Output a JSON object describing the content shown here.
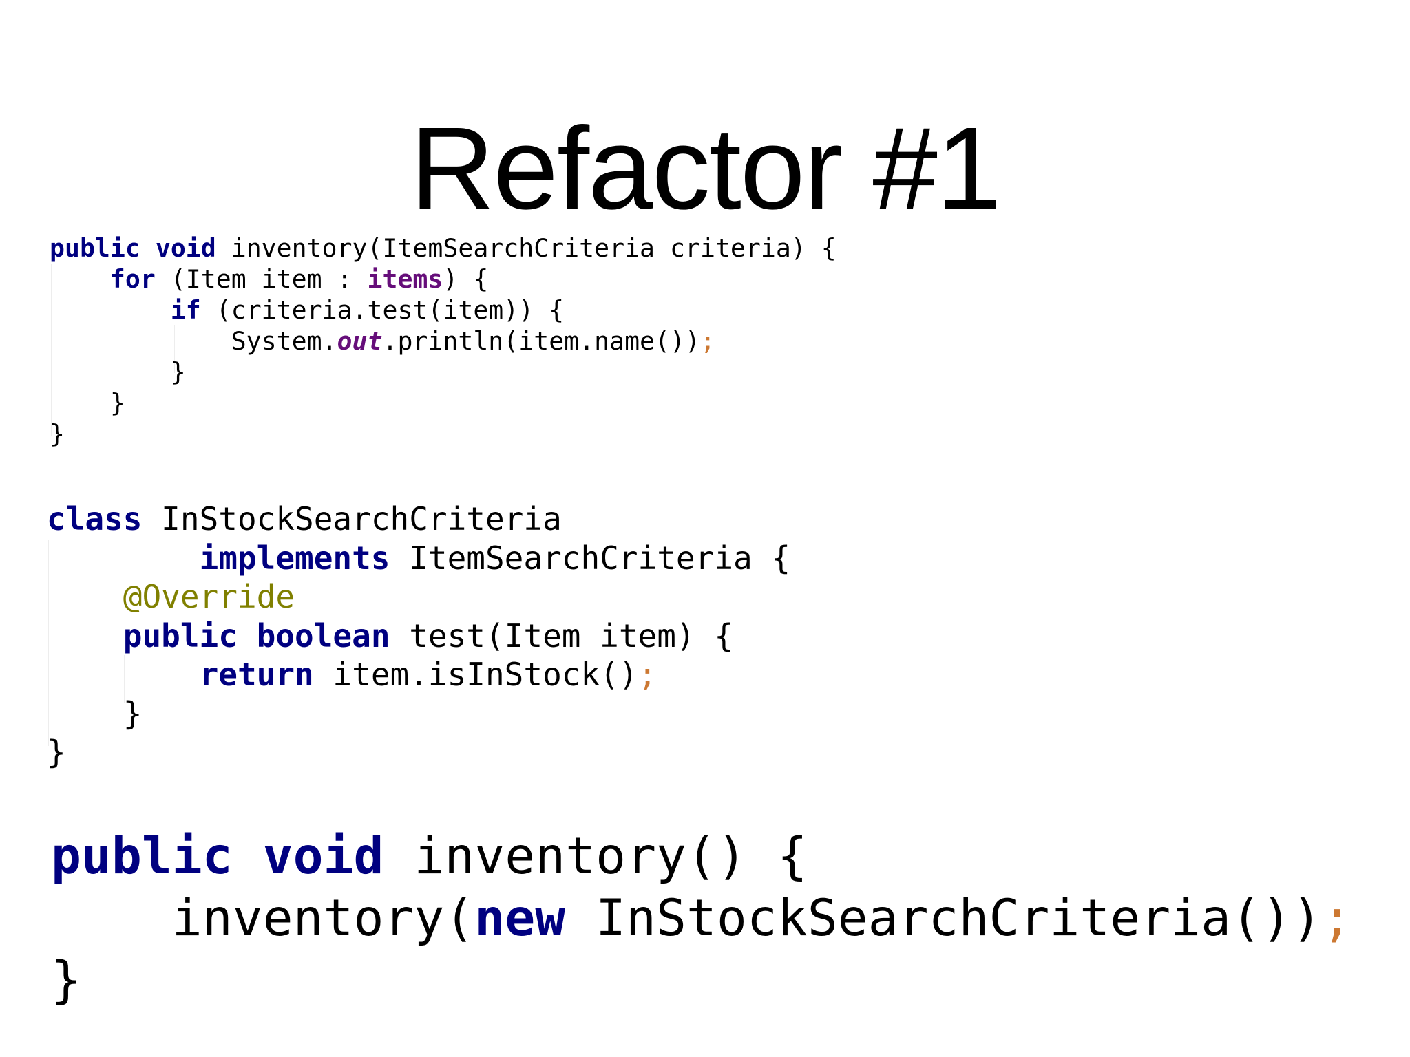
{
  "slide": {
    "title": "Refactor #1"
  },
  "code_blocks": [
    {
      "lines": [
        [
          {
            "t": "public",
            "c": "kw"
          },
          {
            "t": " "
          },
          {
            "t": "void",
            "c": "kw"
          },
          {
            "t": " inventory(ItemSearchCriteria criteria) {"
          }
        ],
        [
          {
            "t": "    "
          },
          {
            "t": "for",
            "c": "kw"
          },
          {
            "t": " (Item item : "
          },
          {
            "t": "items",
            "c": "field"
          },
          {
            "t": ") {"
          }
        ],
        [
          {
            "t": "        "
          },
          {
            "t": "if",
            "c": "kw"
          },
          {
            "t": " (criteria.test(item)) {"
          }
        ],
        [
          {
            "t": "            System."
          },
          {
            "t": "out",
            "c": "static"
          },
          {
            "t": ".println(item.name())"
          },
          {
            "t": ";",
            "c": "semi"
          }
        ],
        [
          {
            "t": "        }"
          }
        ],
        [
          {
            "t": "    }"
          }
        ],
        [
          {
            "t": "}"
          }
        ]
      ]
    },
    {
      "lines": [
        [
          {
            "t": "class",
            "c": "kw"
          },
          {
            "t": " InStockSearchCriteria"
          }
        ],
        [
          {
            "t": "        "
          },
          {
            "t": "implements",
            "c": "kw"
          },
          {
            "t": " ItemSearchCriteria {"
          }
        ],
        [
          {
            "t": "    "
          },
          {
            "t": "@Override",
            "c": "ann"
          }
        ],
        [
          {
            "t": "    "
          },
          {
            "t": "public",
            "c": "kw"
          },
          {
            "t": " "
          },
          {
            "t": "boolean",
            "c": "kw"
          },
          {
            "t": " test(Item item) {"
          }
        ],
        [
          {
            "t": "        "
          },
          {
            "t": "return",
            "c": "kw"
          },
          {
            "t": " item.isInStock()"
          },
          {
            "t": ";",
            "c": "semi"
          }
        ],
        [
          {
            "t": "    }"
          }
        ],
        [
          {
            "t": "}"
          }
        ]
      ]
    },
    {
      "lines": [
        [
          {
            "t": "public",
            "c": "kw"
          },
          {
            "t": " "
          },
          {
            "t": "void",
            "c": "kw"
          },
          {
            "t": " inventory() {"
          }
        ],
        [
          {
            "t": "    inventory("
          },
          {
            "t": "new",
            "c": "kw"
          },
          {
            "t": " InStockSearchCriteria())"
          },
          {
            "t": ";",
            "c": "semi"
          }
        ],
        [
          {
            "t": "}"
          }
        ]
      ]
    }
  ]
}
